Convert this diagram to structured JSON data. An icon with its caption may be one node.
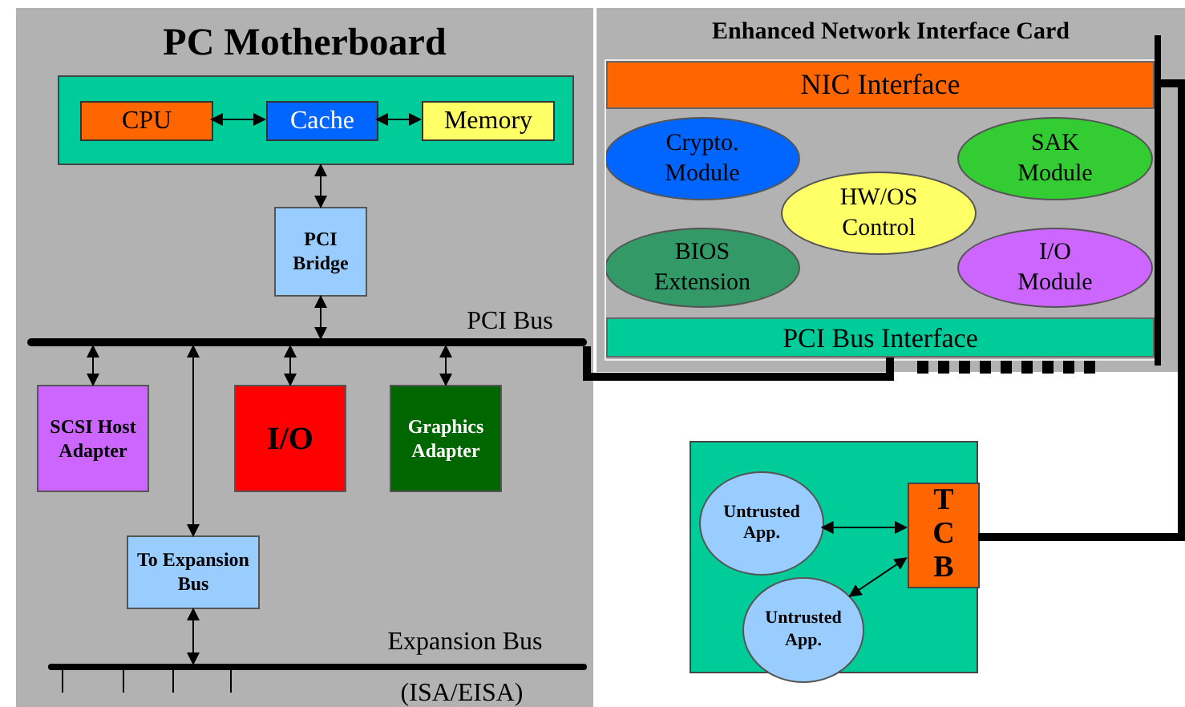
{
  "diagram": {
    "nodes": [
      {
        "text": [
          "PC Motherboard"
        ]
      },
      {
        "text": [],
        "shape": "box",
        "in": 0
      },
      {
        "text": [
          "CPU"
        ],
        "in": 1
      },
      {
        "text": [
          "Cache"
        ],
        "in": 1
      },
      {
        "text": [
          "Memory"
        ],
        "in": 1
      },
      {
        "text": [
          "PCI Bridge"
        ],
        "in": 0
      },
      {
        "text": [],
        "shape": "bar",
        "in": 0,
        "beside": [
          "PCI Bus"
        ]
      },
      {
        "text": [
          "SCSI Host Adapter"
        ],
        "in": 0
      },
      {
        "text": [
          "I/O"
        ],
        "in": 0
      },
      {
        "text": [
          "Graphics Adapter"
        ],
        "in": 0
      },
      {
        "text": [
          "To Expansion Bus"
        ],
        "in": 0
      },
      {
        "text": [],
        "shape": "bar",
        "in": 0,
        "beside": [
          "Expansion Bus",
          "(ISA/EISA)"
        ]
      },
      {
        "text": [
          "Enhanced Network Interface Card"
        ]
      },
      {
        "text": [
          "NIC Interface"
        ],
        "in": 12
      },
      {
        "text": [
          "Crypto. Module"
        ],
        "in": 12
      },
      {
        "text": [
          "SAK Module"
        ],
        "in": 12
      },
      {
        "text": [
          "HW/OS Control"
        ],
        "in": 12
      },
      {
        "text": [
          "BIOS Extension"
        ],
        "in": 12
      },
      {
        "text": [
          "I/O Module"
        ],
        "in": 12
      },
      {
        "text": [
          "PCI Bus Interface"
        ],
        "in": 12
      },
      {
        "text": [],
        "shape": "box"
      },
      {
        "text": [
          "Untrusted App."
        ],
        "in": 20
      },
      {
        "text": [
          "Untrusted App."
        ],
        "in": 20
      },
      {
        "text": [
          "TCB"
        ],
        "in": 20
      }
    ],
    "edges": [
      {
        "from": 2,
        "to": 3,
        "arrow": "both"
      },
      {
        "from": 3,
        "to": 4,
        "arrow": "both"
      },
      {
        "from": 1,
        "to": 5,
        "arrow": "both"
      },
      {
        "from": 5,
        "to": 6,
        "arrow": "both"
      },
      {
        "from": 6,
        "to": 7,
        "arrow": "both"
      },
      {
        "from": 6,
        "to": 10,
        "arrow": "both"
      },
      {
        "from": 6,
        "to": 8,
        "arrow": "both"
      },
      {
        "from": 6,
        "to": 9,
        "arrow": "both"
      },
      {
        "from": 10,
        "to": 11,
        "arrow": "both"
      },
      {
        "from": 6,
        "to": 19,
        "arrow": "none",
        "style": "thick"
      },
      {
        "from": 13,
        "to": 23,
        "arrow": "none",
        "style": "thick"
      },
      {
        "from": 21,
        "to": 23,
        "arrow": "both"
      },
      {
        "from": 22,
        "to": 23,
        "arrow": "both"
      }
    ]
  }
}
